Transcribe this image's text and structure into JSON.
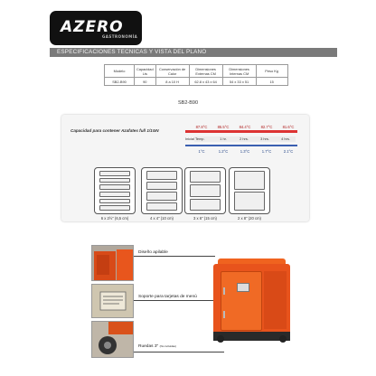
{
  "logo": {
    "brand": "AZERO",
    "tagline": "GASTRONOMÍA"
  },
  "banner": "ESPECIFICACIONES TECNICAS Y VISTA DEL PLANO",
  "spec_table": {
    "headers": [
      "Modelo",
      "Capacidad Lts",
      "Conservación de Calor",
      "Dimensiones Externas CM",
      "Dimensiones Internas CM",
      "Peso Kg"
    ],
    "row": [
      "SB2-B90",
      "90",
      "8 a 10 H",
      "62.8 x 43 x 64",
      "54 x 33 x 51",
      "15"
    ]
  },
  "model_name": "SB2-B90",
  "capacity": {
    "title": "Capacidad para contener Azafates full 1/1GN",
    "temps_top": [
      "87.8°C",
      "85.5°C",
      "84.4°C",
      "82.7°C",
      "81.6°C"
    ],
    "initial_label": "Inicial Temp.",
    "hours": [
      "1 hr.",
      "2 hrs.",
      "3 hrs.",
      "4 hrs."
    ],
    "temps_bottom": [
      "1°C",
      "1.2°C",
      "1.3°C",
      "1.7°C",
      "2.1°C"
    ],
    "racks": [
      {
        "label": "6 x 2½\" (6,5 cm)",
        "trays": 6
      },
      {
        "label": "4 x 4\" (10 cm)",
        "trays": 4
      },
      {
        "label": "3 x 6\" (15 cm)",
        "trays": 3
      },
      {
        "label": "2 x 8\" (20 cm)",
        "trays": 2
      }
    ]
  },
  "features": {
    "design": "Diseño apilable",
    "card_holder": "Soporte para tarjetas de menú",
    "wheels": "Ruedas 3\"",
    "wheels_note": "(No incluidas)"
  },
  "colors": {
    "banner": "#7a7a7a",
    "product_orange": "#e8531c",
    "temp_red": "#d33333",
    "temp_blue": "#3a5fb0"
  }
}
